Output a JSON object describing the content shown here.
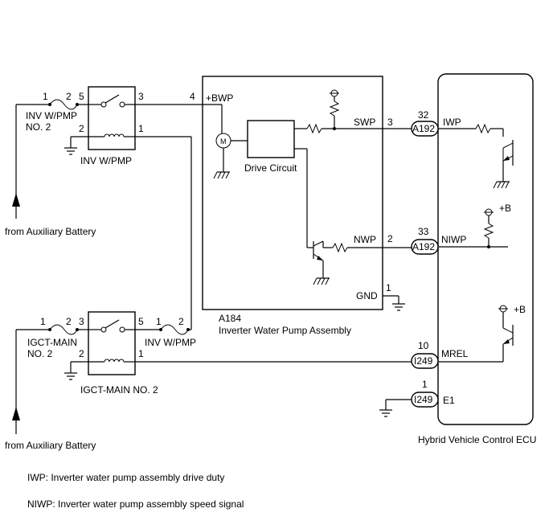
{
  "colors": {
    "line": "#000000",
    "background": "#ffffff"
  },
  "relay1": {
    "fuse_pin_left": "1",
    "fuse_pin_right": "2",
    "fuse_name_line1": "INV W/PMP",
    "fuse_name_line2": "NO. 2",
    "pin_5": "5",
    "pin_3": "3",
    "pin_2": "2",
    "pin_1": "1",
    "name": "INV W/PMP"
  },
  "relay2": {
    "fuse_pin_left": "1",
    "fuse_pin_right": "2",
    "fuse_name_line1": "IGCT-MAIN",
    "fuse_name_line2": "NO. 2",
    "pin_3": "3",
    "pin_5": "5",
    "pin_2": "2",
    "pin_1": "1",
    "name": "IGCT-MAIN NO. 2",
    "fuse2_pin_left": "1",
    "fuse2_pin_right": "2",
    "fuse2_name": "INV W/PMP"
  },
  "pump": {
    "pin_bwp": "4",
    "label_bwp": "+BWP",
    "motor_symbol": "M",
    "drive_circuit": "Drive Circuit",
    "pin_swp": "3",
    "label_swp": "SWP",
    "pin_nwp": "2",
    "label_nwp": "NWP",
    "pin_gnd": "1",
    "label_gnd": "GND",
    "connector": "A184",
    "name": "Inverter Water Pump Assembly"
  },
  "ecu": {
    "connectors": [
      {
        "pin": "32",
        "connector": "A192",
        "signal": "IWP"
      },
      {
        "pin": "33",
        "connector": "A192",
        "signal": "NIWP"
      },
      {
        "pin": "10",
        "connector": "I249",
        "signal": "MREL"
      },
      {
        "pin": "1",
        "connector": "I249",
        "signal": "E1"
      }
    ],
    "plus_b_upper": "+B",
    "plus_b_lower": "+B",
    "name": "Hybrid Vehicle Control ECU"
  },
  "sources": {
    "upper": "from Auxiliary Battery",
    "lower": "from Auxiliary Battery"
  },
  "legend": [
    "IWP: Inverter water pump assembly drive duty",
    "NIWP: Inverter water pump assembly speed signal"
  ]
}
